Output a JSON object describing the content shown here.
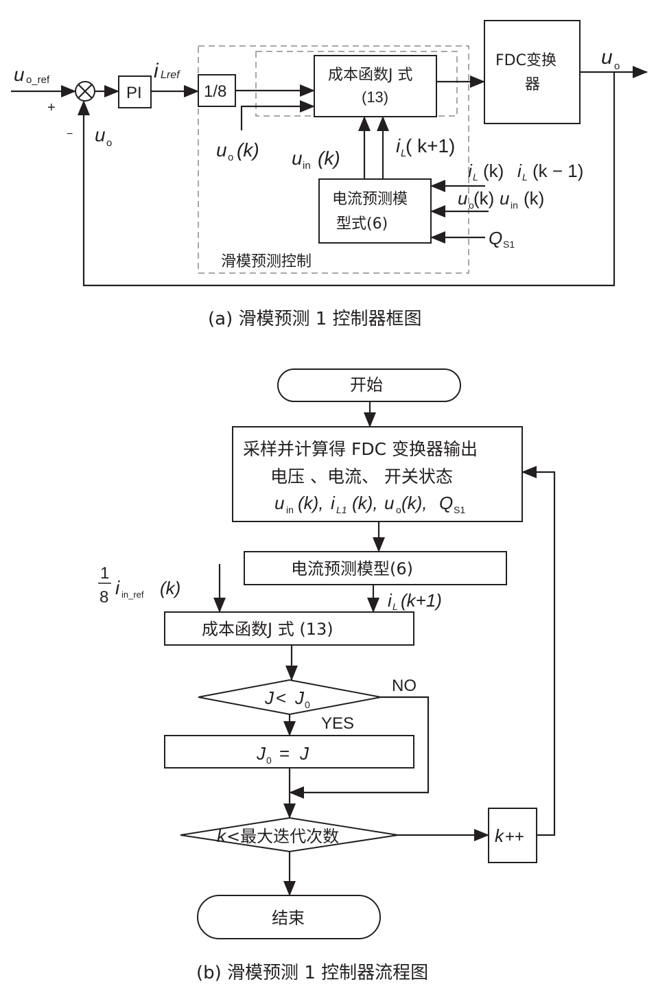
{
  "diagram_a": {
    "caption": "(a) 滑模预测 1 控制器框图",
    "inputs": {
      "reference": {
        "symbol": "u",
        "subscript": "o_ref"
      },
      "plus_sign": "+",
      "minus_sign": "−",
      "feedback": {
        "symbol": "u",
        "subscript": "o"
      }
    },
    "blocks": {
      "pi": "PI",
      "gain": "1/8",
      "cost_function_line1": "成本函数J 式",
      "cost_function_line2": "(13)",
      "converter_line1": "FDC变换",
      "converter_line2": "器",
      "prediction_line1": "电流预测模",
      "prediction_line2": "型式(6)"
    },
    "signals": {
      "i_lref": {
        "symbol": "i",
        "subscript": "Lref"
      },
      "uo_k": {
        "symbol": "u",
        "subscript": "o",
        "arg": "(k)"
      },
      "uin_k": {
        "symbol": "u",
        "subscript": "in",
        "arg": "(k)"
      },
      "il_k1": {
        "symbol": "i",
        "subscript": "L",
        "arg": "( k+1)"
      },
      "il_k_km1": "i_L (k) i_L (k − 1)",
      "il_k": {
        "symbol": "i",
        "subscript": "L",
        "arg": "(k)"
      },
      "il_km1": {
        "symbol": "i",
        "subscript": "L",
        "arg": "(k − 1)"
      },
      "uo_uin": {
        "uo": "(k)",
        "uin": "(k)"
      },
      "qs1": {
        "symbol": "Q",
        "subscript": "S1"
      },
      "output": {
        "symbol": "u",
        "subscript": "o"
      }
    },
    "region_label": "滑模预测控制"
  },
  "diagram_b": {
    "caption": "(b) 滑模预测 1 控制器流程图",
    "start": "开始",
    "sample_line1": "采样并计算得 FDC 变换器输出",
    "sample_line2": "电压 、电流、 开关状态",
    "sample_vars": {
      "uin": "(k),",
      "il1": "(k),",
      "uo": "(k),",
      "q": "Q",
      "q_sub": "S1"
    },
    "prediction_model": "电流预测模型(6)",
    "ref_input": {
      "frac_num": "1",
      "frac_den": "8",
      "symbol": "i",
      "subscript": "in_ref",
      "arg": "(k)"
    },
    "il_next": {
      "symbol": "i",
      "subscript": "L",
      "arg": "(k+1)"
    },
    "cost_function": "成本函数J 式 (13)",
    "decision1": {
      "lhs": "J",
      "op": "<",
      "rhs": "J",
      "rhs_sub": "0"
    },
    "no_label": "NO",
    "yes_label": "YES",
    "assign": {
      "lhs": "J",
      "lhs_sub": "0",
      "eq": "=",
      "rhs": "J"
    },
    "decision2": {
      "var": "k",
      "text": "<最大迭代次数"
    },
    "increment": {
      "var": "k",
      "op": "++"
    },
    "end": "结束"
  }
}
